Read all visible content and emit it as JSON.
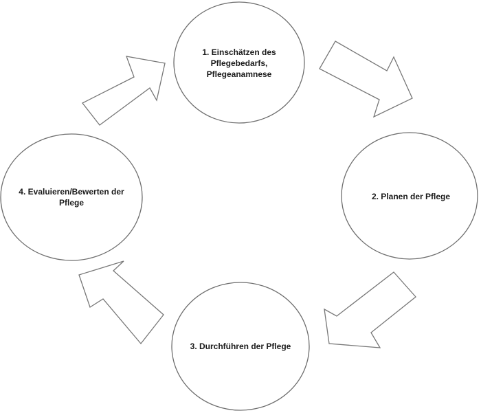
{
  "cycle": {
    "steps": [
      {
        "id": "step-1",
        "label": "1. Einschätzen des\nPflegebedarfs,\nPflegeanamnese"
      },
      {
        "id": "step-2",
        "label": "2. Planen der Pflege"
      },
      {
        "id": "step-3",
        "label": "3. Durchführen der Pflege"
      },
      {
        "id": "step-4",
        "label": "4. Evaluieren/Bewerten der\nPflege"
      }
    ],
    "colors": {
      "background": "#ffffff",
      "outline": "#6e6e6e",
      "text": "#1a1a1a"
    }
  }
}
